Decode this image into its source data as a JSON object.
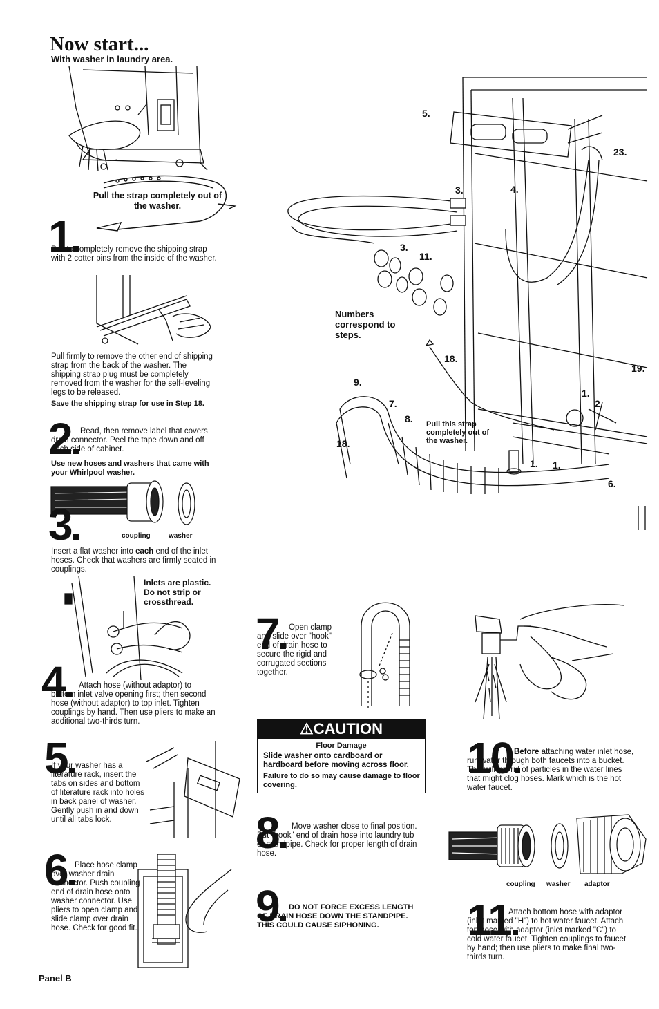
{
  "header": {
    "title": "Now start...",
    "subtitle": "With washer in laundry area."
  },
  "step1": {
    "number": "1",
    "callout": "Pull the strap completely out of the washer.",
    "text1": "Pull to completely remove the shipping strap with 2 cotter pins from the inside of the washer.",
    "text2": "Pull firmly to remove the other end of shipping strap from the back of the washer. The shipping strap plug must be completely removed from the washer for the self-leveling legs to be released.",
    "note": "Save the shipping strap for use in Step 18."
  },
  "step2": {
    "number": "2",
    "text": "Read, then remove label that covers drain connector. Peel the tape down and off each side of cabinet.",
    "note": "Use new hoses and washers that came with your Whirlpool washer."
  },
  "step3": {
    "number": "3",
    "label_coupling": "coupling",
    "label_washer": "washer",
    "text_before": "Insert a flat washer into ",
    "text_bold": "each",
    "text_after": " end of the inlet hoses. Check that washers are firmly seated in couplings."
  },
  "step4": {
    "number": "4",
    "callout": "Inlets are plastic. Do not strip or crossthread.",
    "text": "Attach hose (without adaptor) to bottom inlet valve opening first; then second hose (without adaptor) to top inlet. Tighten couplings by hand. Then use pliers to make an additional two-thirds turn."
  },
  "step5": {
    "number": "5",
    "text": "If your washer has a literature rack, insert the tabs on sides and bottom of literature rack into holes in back panel of washer. Gently push in and down until all tabs lock."
  },
  "step6": {
    "number": "6",
    "text": "Place hose clamp over washer drain connector. Push coupling end of drain hose onto washer connector. Use pliers to open clamp and slide clamp over drain hose. Check for good fit."
  },
  "panel": "Panel B",
  "diagram": {
    "numbers_note": "Numbers correspond to steps.",
    "strap_note": "Pull this strap completely out of the washer.",
    "labels": [
      "5.",
      "23.",
      "3.",
      "4.",
      "3.",
      "11.",
      "18.",
      "9.",
      "7.",
      "8.",
      "18.",
      "19.",
      "1.",
      "2.",
      "1.",
      "1.",
      "6."
    ]
  },
  "step7": {
    "number": "7",
    "text": "Open clamp and slide over \"hook\" end of drain hose to secure the rigid and corrugated sections together."
  },
  "caution": {
    "heading": "CAUTION",
    "sub": "Floor Damage",
    "text": "Slide washer onto cardboard or hardboard before moving across floor.",
    "note": "Failure to do so may cause damage to floor covering."
  },
  "step8": {
    "number": "8",
    "text": "Move washer close to final position. Put \"hook\" end of drain hose into laundry tub or standpipe. Check for proper length of drain hose."
  },
  "step9": {
    "number": "9",
    "text": "DO NOT FORCE EXCESS LENGTH OF DRAIN HOSE DOWN THE STANDPIPE. THIS COULD CAUSE SIPHONING."
  },
  "step10": {
    "number": "10",
    "text_bold": "Before",
    "text": " attaching water inlet hose, run water through both faucets into a bucket. This will get rid of particles in the water lines that might clog hoses. Mark which is the hot water faucet."
  },
  "step11": {
    "number": "11",
    "label_coupling": "coupling",
    "label_washer": "washer",
    "label_adaptor": "adaptor",
    "text": "Attach bottom hose with adaptor (inlet marked \"H\") to hot water faucet. Attach top hose with adaptor (inlet marked \"C\") to cold water faucet. Tighten couplings to faucet by hand; then use pliers to make final two-thirds turn."
  },
  "colors": {
    "ink": "#111111",
    "paper": "#ffffff"
  }
}
